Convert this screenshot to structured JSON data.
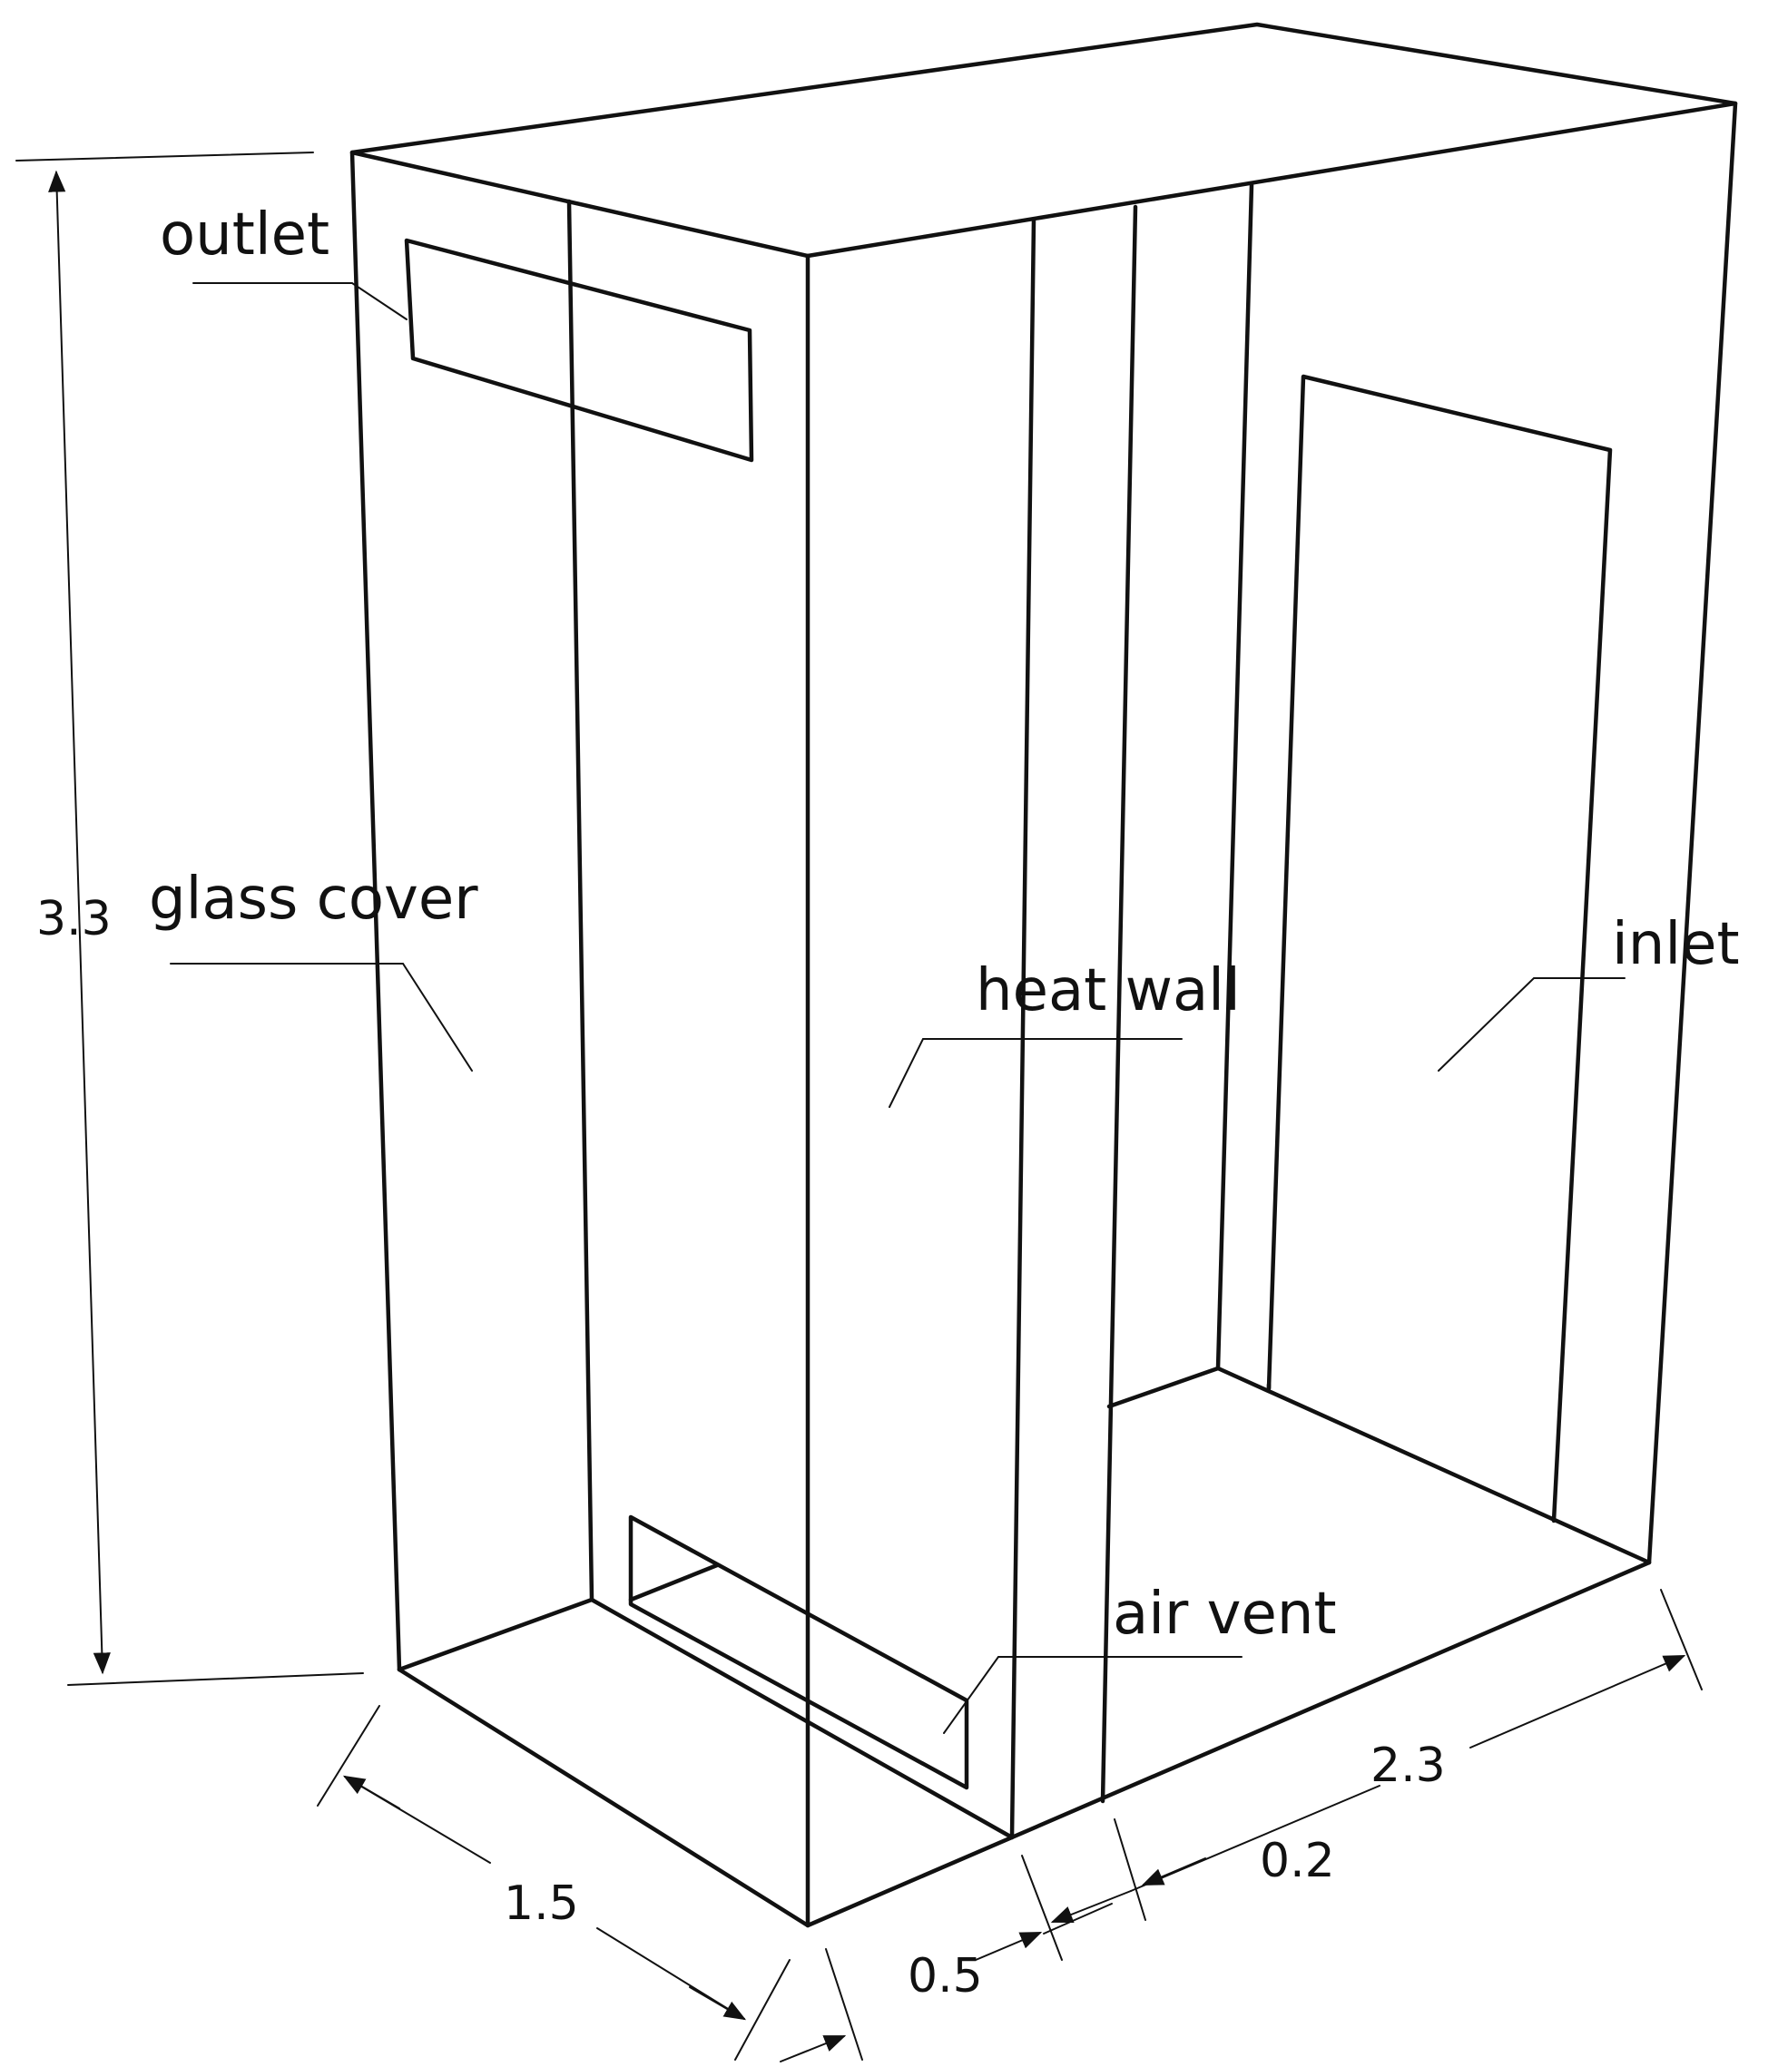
{
  "labels": {
    "outlet": "outlet",
    "glass_cover": "glass cover",
    "heat_wall": "heat wall",
    "inlet": "inlet",
    "air_vent": "air vent"
  },
  "dimensions": {
    "height": "3.3",
    "depth": "1.5",
    "gap_a": "0.5",
    "gap_b": "0.2",
    "width": "2.3"
  }
}
